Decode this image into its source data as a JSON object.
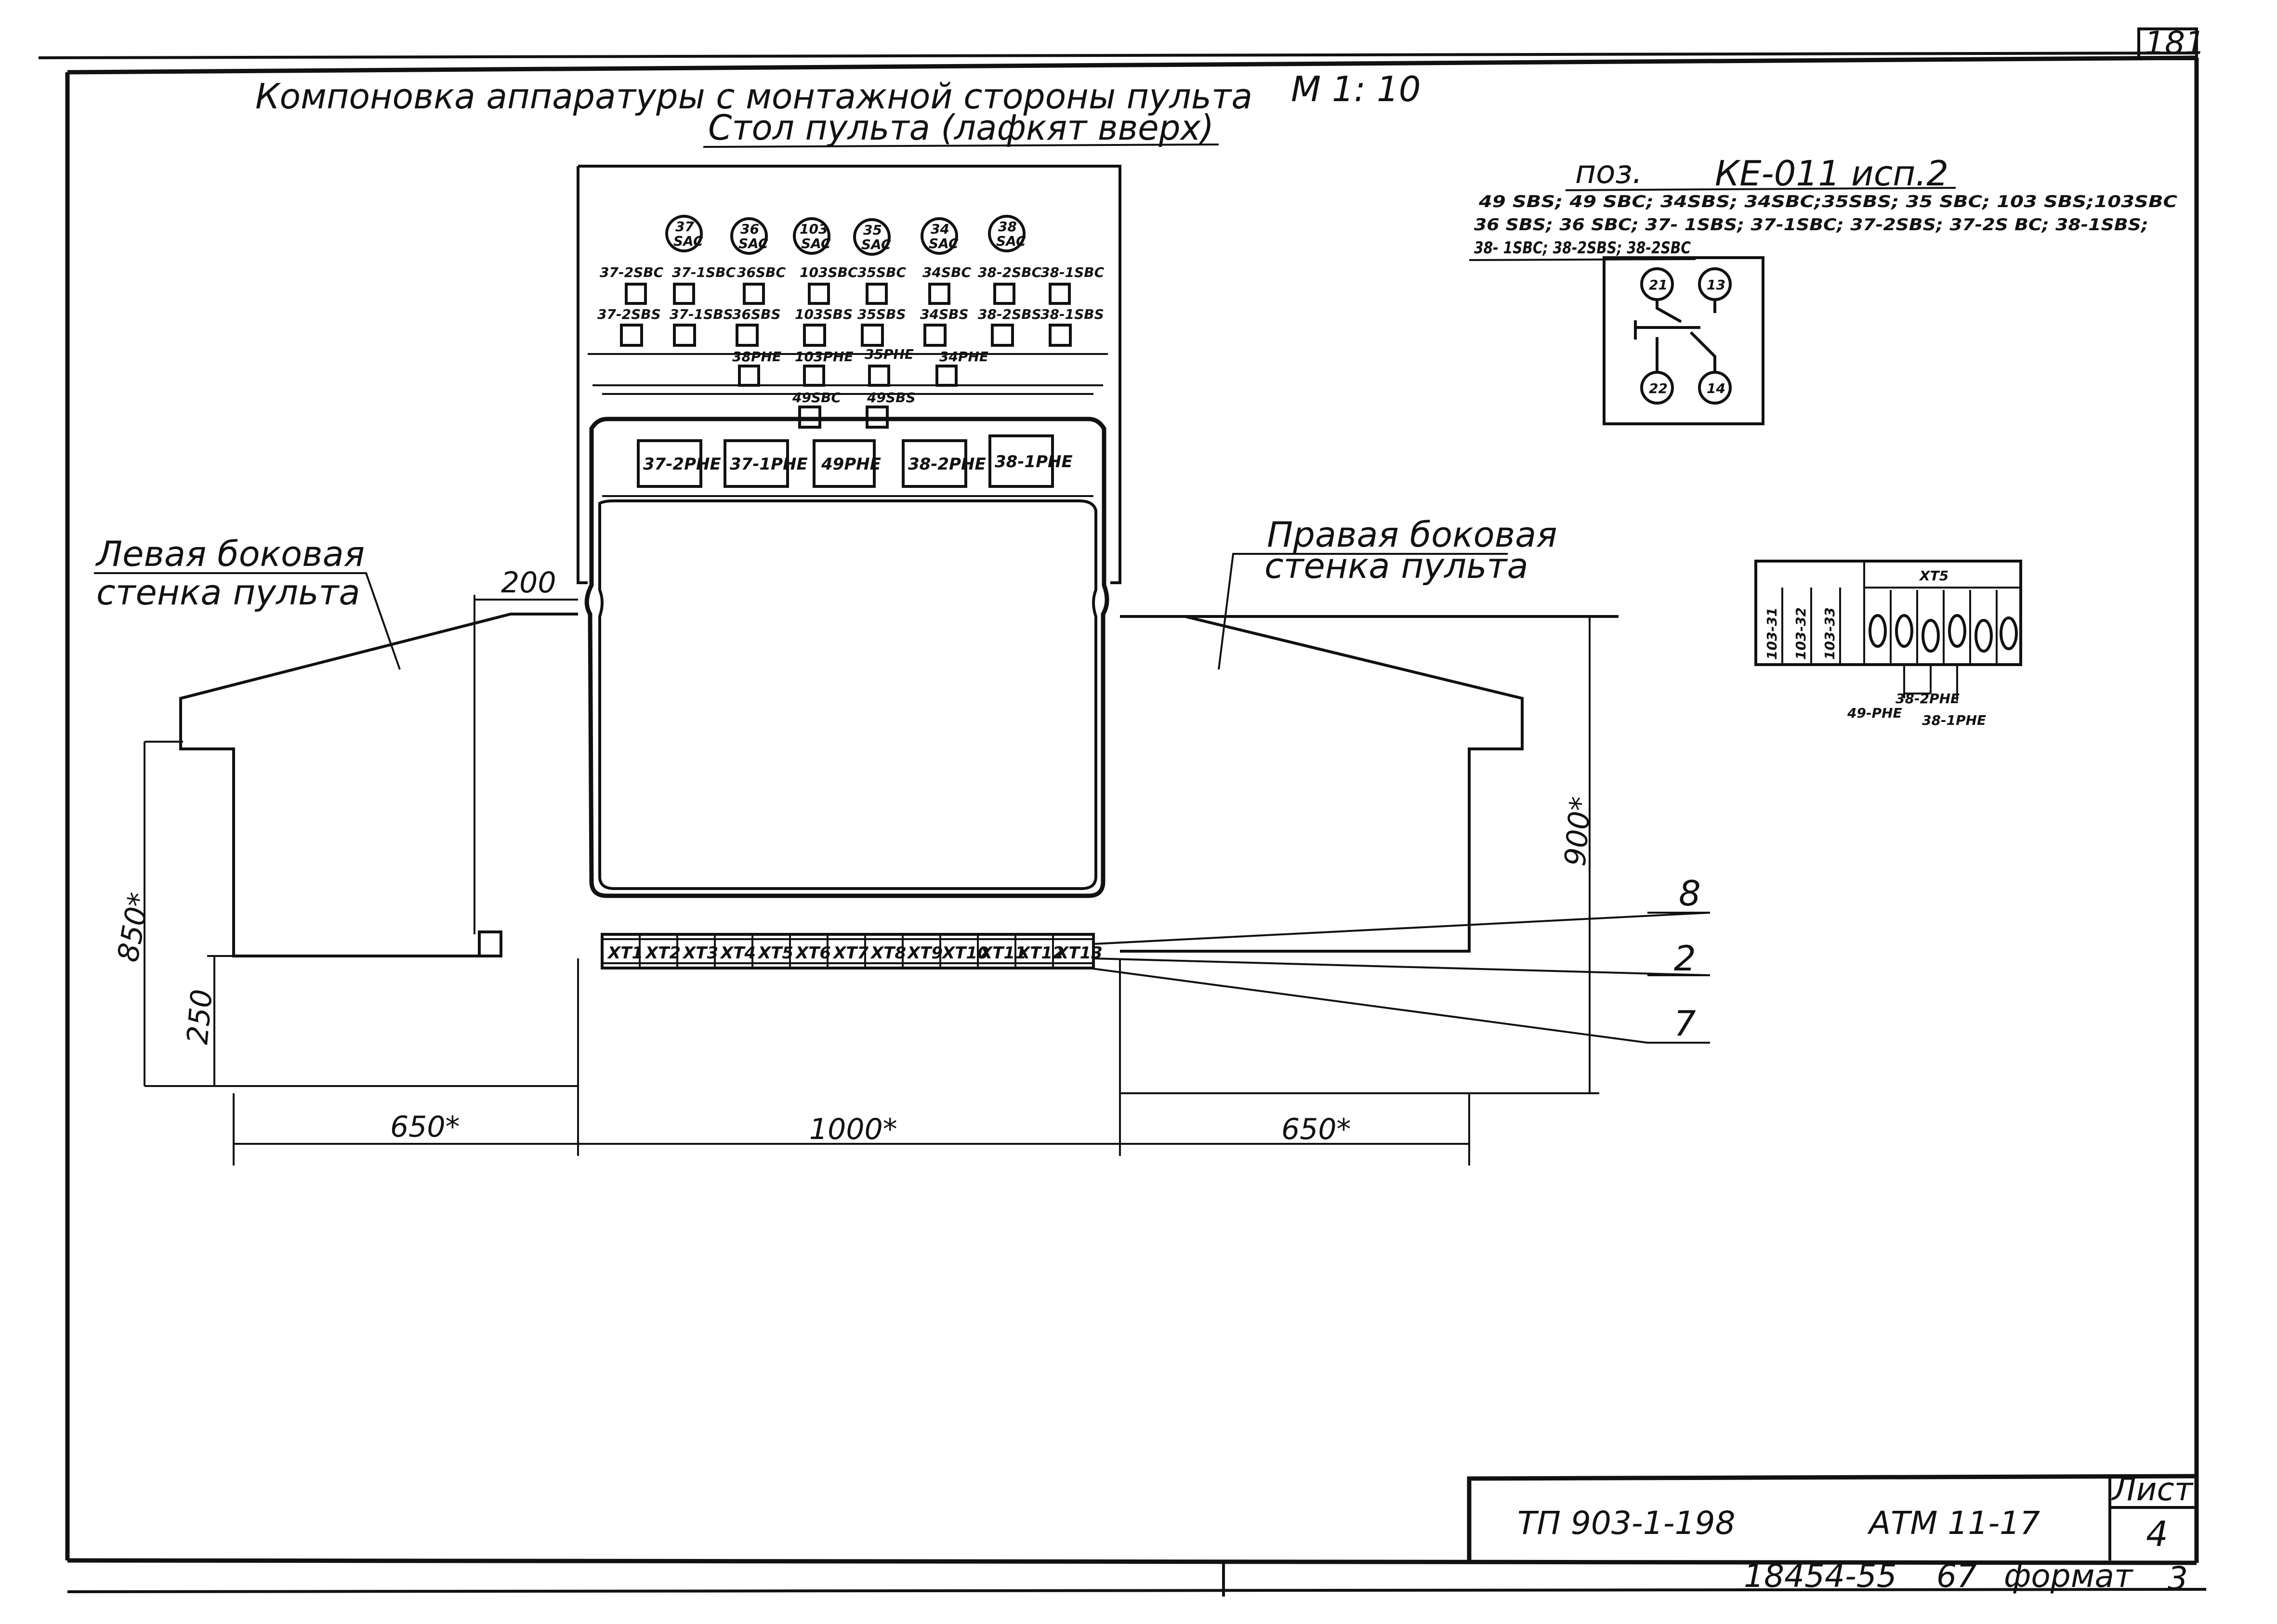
{
  "sheet_corner_number": "181",
  "title": {
    "line1_main": "Компоновка аппаратуры с монтажной стороны пульта",
    "line1_scale": "М 1: 10",
    "line2": "Стол пульта (лафкят вверх)"
  },
  "spec": {
    "poz_label": "поз.",
    "code": "КЕ-011 исп.2",
    "line1": "49 SBS; 49 SBC; 34SBS; 34SBC;35SBS; 35 SBC; 103 SBS;103SBC",
    "line2": "36 SBS; 36 SBC; 37- 1SBS; 37-1SBC; 37-2SBS; 37-2S BC; 38-1SBS;",
    "line3": "38- 1SBC; 38-2SBS; 38-2SBC",
    "contacts": [
      "21",
      "13",
      "22",
      "14"
    ]
  },
  "panel": {
    "lamps": [
      {
        "num": "37",
        "label": "SAC"
      },
      {
        "num": "36",
        "label": "SAC"
      },
      {
        "num": "103",
        "label": "SAC"
      },
      {
        "num": "35",
        "label": "SAC"
      },
      {
        "num": "34",
        "label": "SAC"
      },
      {
        "num": "38",
        "label": "SAC"
      }
    ],
    "row1": [
      "37-2SBC",
      "37-1SBC",
      "36SBC",
      "103SBC",
      "35SBC",
      "34SBC",
      "38-2SBC",
      "38-1SBC"
    ],
    "row2": [
      "37-2SBS",
      "37-1SBS",
      "36SBS",
      "103SBS",
      "35SBS",
      "34SBS",
      "38-2SBS",
      "38-1SBS"
    ],
    "row3": [
      "38PHE",
      "103PHE",
      "35PHE",
      "34PHE"
    ],
    "row4": [
      "49SBC",
      "49SBS"
    ],
    "meters": [
      "37-2PHE",
      "37-1PHE",
      "49PHE",
      "38-2PHE",
      "38-1PHE"
    ]
  },
  "terminals": [
    "XT1",
    "XT2",
    "XT3",
    "XT4",
    "XT5",
    "XT6",
    "XT7",
    "XT8",
    "XT9",
    "XT10",
    "XT11",
    "XT12",
    "XT13"
  ],
  "left_wall": {
    "line1": "Левая боковая",
    "line2": "стенка пульта"
  },
  "right_wall": {
    "line1": "Правая боковая",
    "line2": "стенка пульта"
  },
  "dims": {
    "d200": "200",
    "d850": "850*",
    "d250": "250",
    "d900": "900*",
    "d650_left": "650*",
    "d1000": "1000*",
    "d650_right": "650*"
  },
  "callouts": [
    "8",
    "2",
    "7"
  ],
  "xt5": {
    "title": "XT5",
    "wires": [
      "103-31",
      "103-32",
      "103-33"
    ],
    "labels": [
      "38-2PHE",
      "49-PHE",
      "38-1PHE"
    ]
  },
  "stamp": {
    "code": "ТП 903-1-198",
    "doc": "АТМ 11-17",
    "sheet_label": "Лист",
    "sheet_no": "4",
    "inventory": "18454-55",
    "page": "67",
    "format_label": "формат",
    "format_value": "3"
  }
}
